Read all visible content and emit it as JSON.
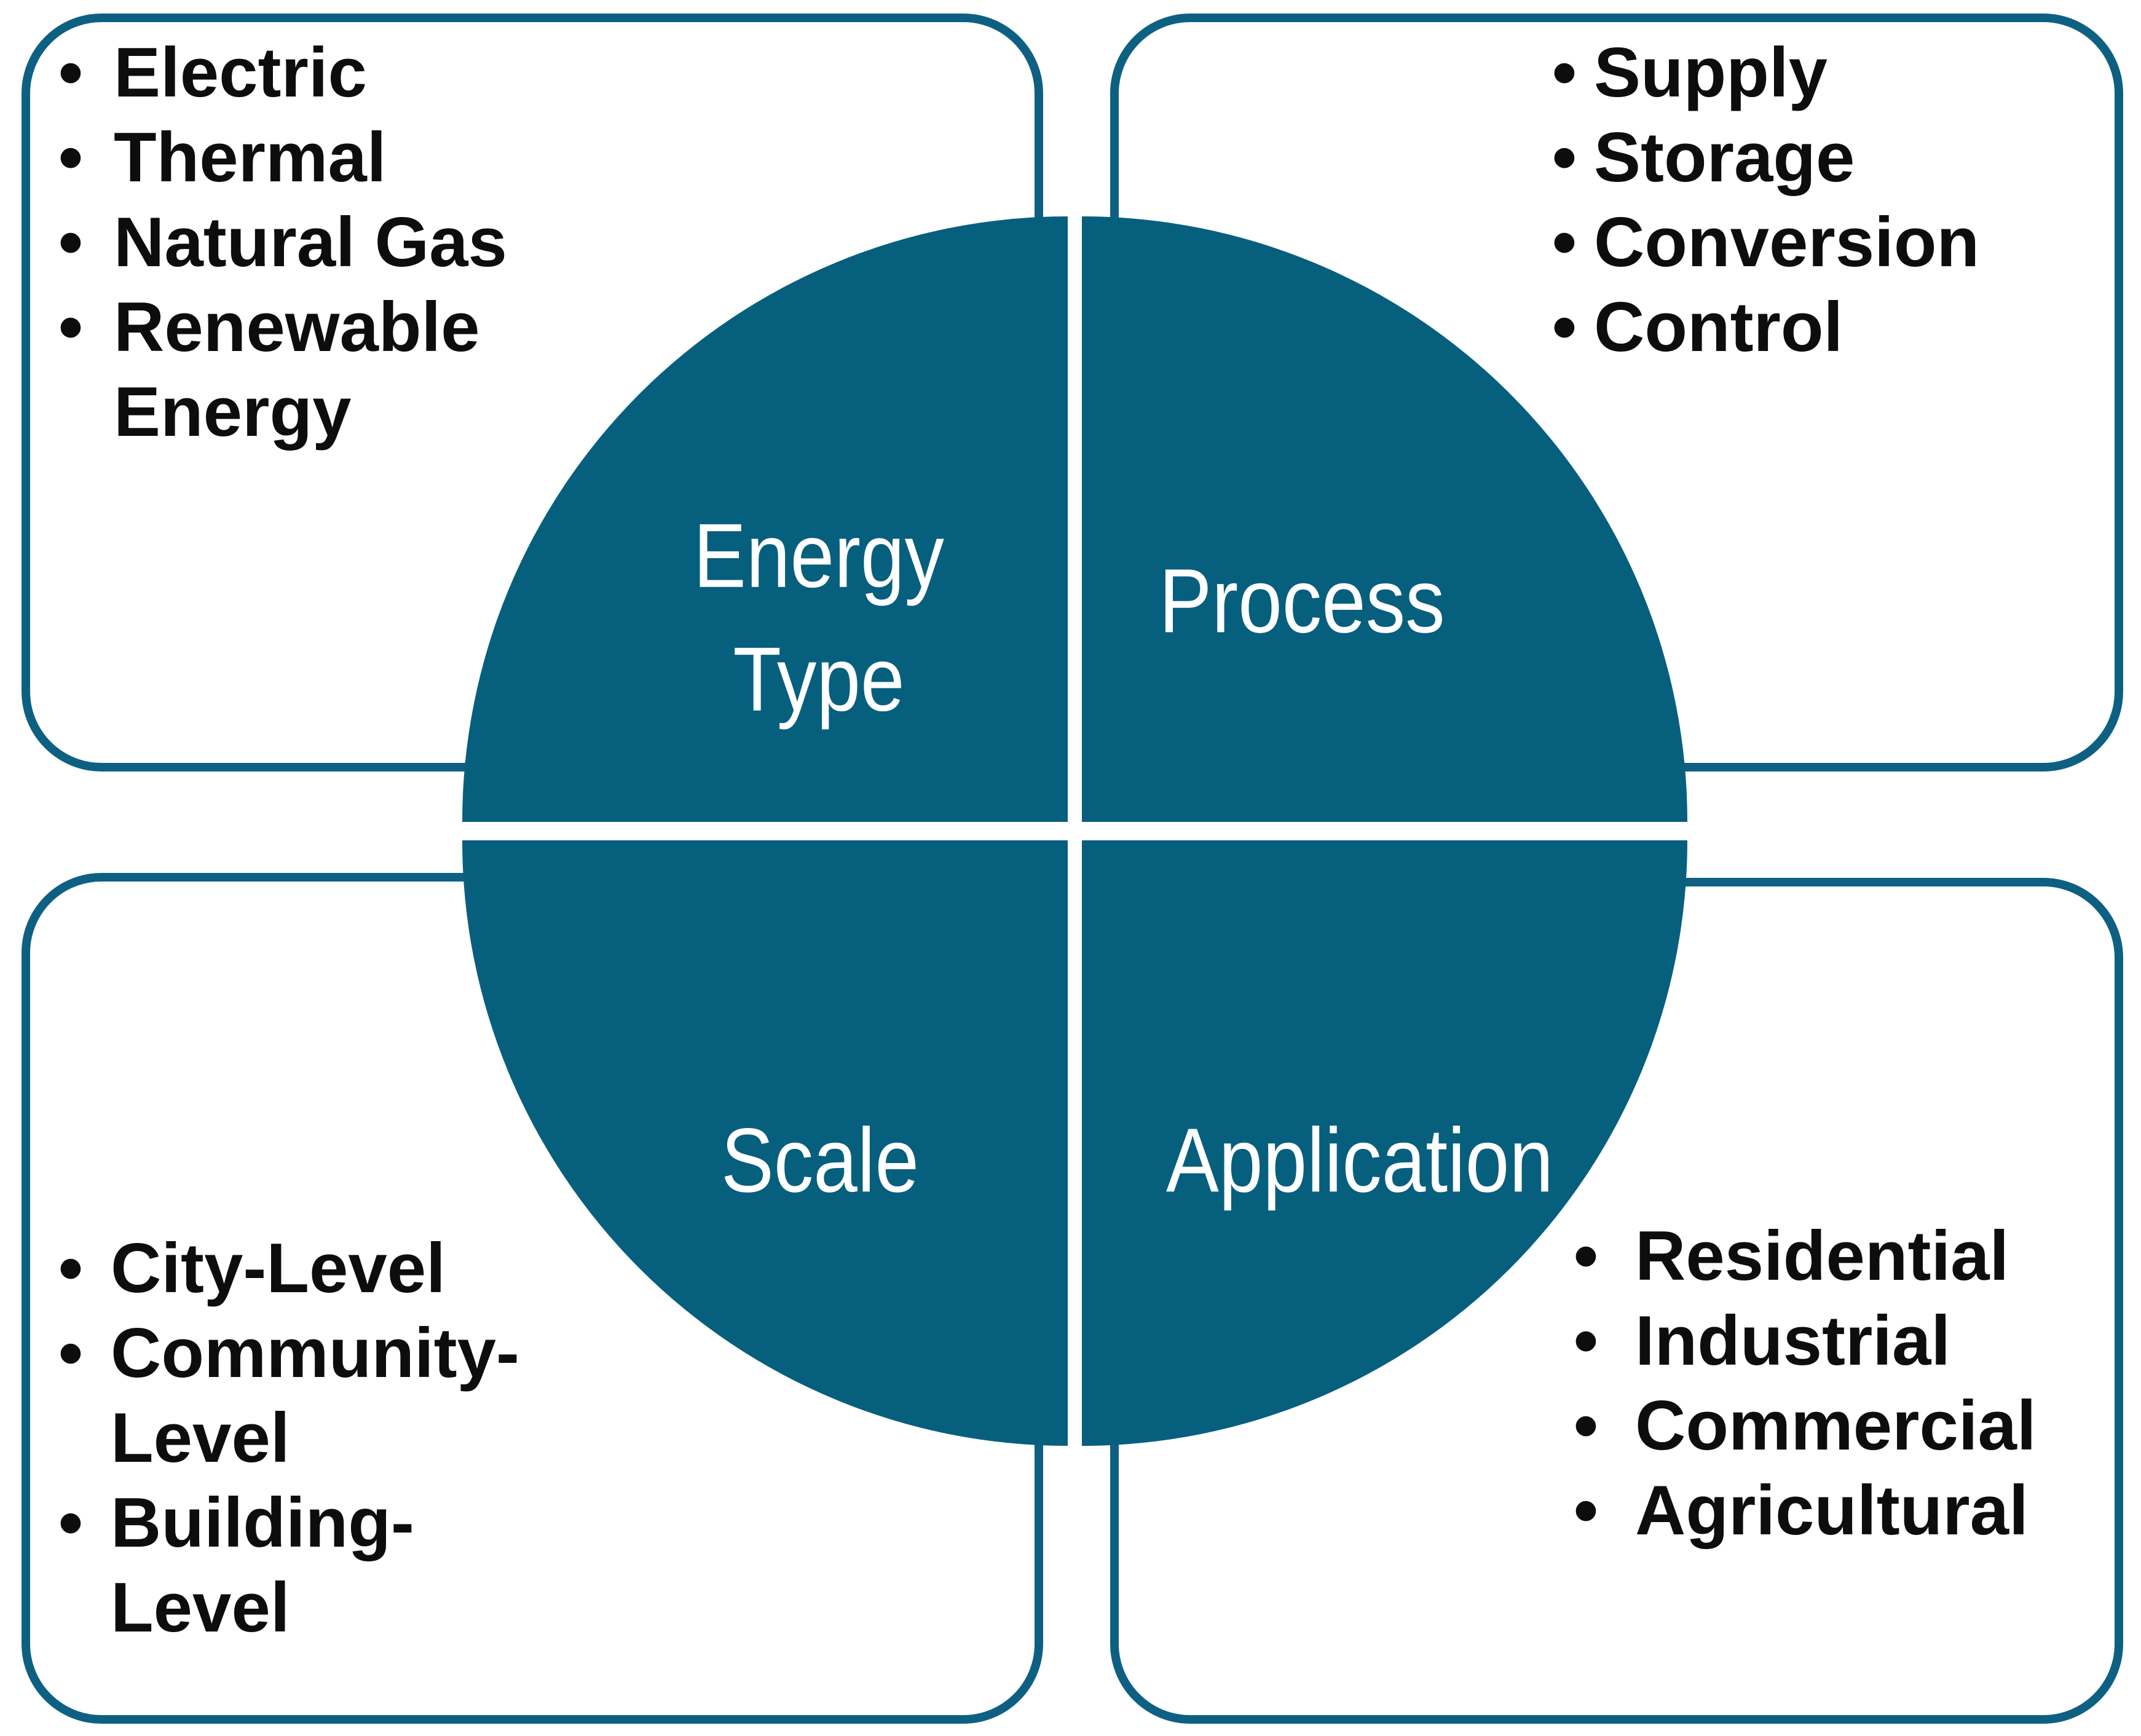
{
  "bullet_char": "•",
  "colors": {
    "circle_fill": "#075F7E",
    "box_border": "#0E6083",
    "list_text": "#0D0D0D",
    "quadrant_label_text": "#FFFFFF",
    "background": "#FFFFFF"
  },
  "quadrants": {
    "energy_type": {
      "label": "Energy Type",
      "items": [
        "Electric",
        "Thermal",
        "Natural Gas",
        "Renewable Energy"
      ]
    },
    "process": {
      "label": "Process",
      "items": [
        "Supply",
        "Storage",
        "Conversion",
        "Control"
      ]
    },
    "scale": {
      "label": "Scale",
      "items": [
        "City-Level",
        "Community-Level",
        "Building-Level"
      ]
    },
    "application": {
      "label": "Application",
      "items": [
        "Residential",
        "Industrial",
        "Commercial",
        "Agricultural"
      ]
    }
  }
}
